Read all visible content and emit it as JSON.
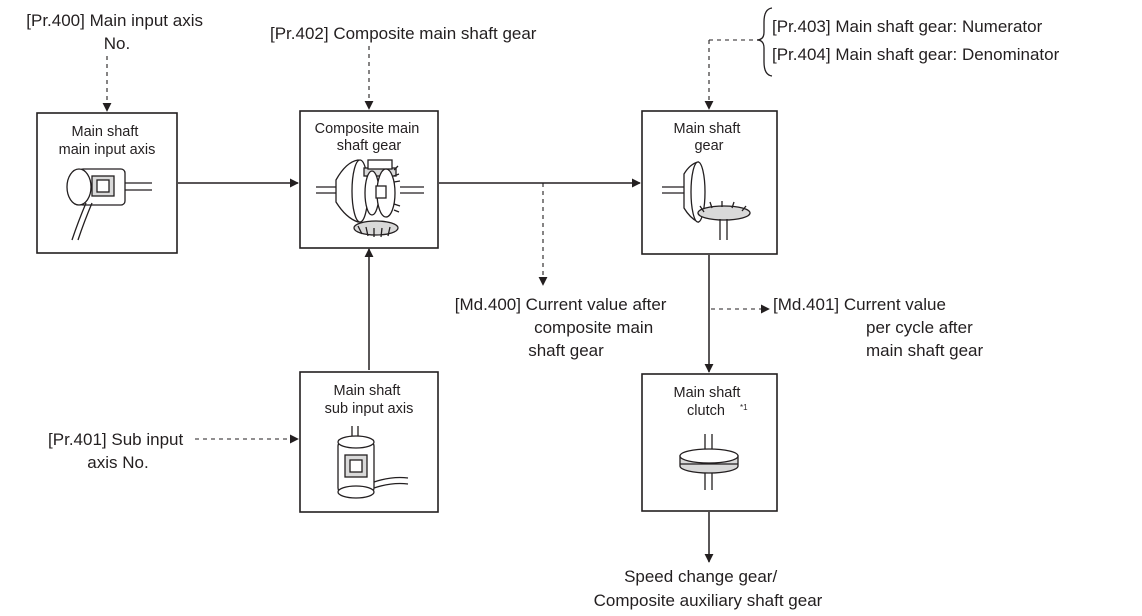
{
  "params": {
    "pr400": [
      "[Pr.400] Main input axis",
      "No."
    ],
    "pr401": [
      "[Pr.401] Sub input",
      "axis No."
    ],
    "pr402": "[Pr.402] Composite main shaft gear",
    "pr403": "[Pr.403] Main shaft gear: Numerator",
    "pr404": "[Pr.404] Main shaft gear: Denominator"
  },
  "monitors": {
    "md400": [
      "[Md.400] Current value after",
      "composite main",
      "shaft gear"
    ],
    "md401": [
      "[Md.401] Current value",
      "per cycle after",
      "main shaft gear"
    ]
  },
  "boxes": {
    "main_input": [
      "Main shaft",
      "main input axis"
    ],
    "sub_input": [
      "Main shaft",
      "sub input axis"
    ],
    "composite_gear": [
      "Composite main",
      "shaft gear"
    ],
    "main_gear": [
      "Main shaft",
      "gear"
    ],
    "clutch": [
      "Main shaft",
      "clutch"
    ],
    "clutch_note": "*1"
  },
  "output": [
    "Speed change gear/",
    "Composite auxiliary shaft gear"
  ],
  "colors": {
    "line": "#231f20",
    "fill": "#ffffff",
    "shade": "#d9d9d9"
  },
  "icons": [
    "main-input-axis-icon",
    "composite-gear-icon",
    "sub-input-axis-icon",
    "main-shaft-gear-icon",
    "clutch-icon"
  ]
}
